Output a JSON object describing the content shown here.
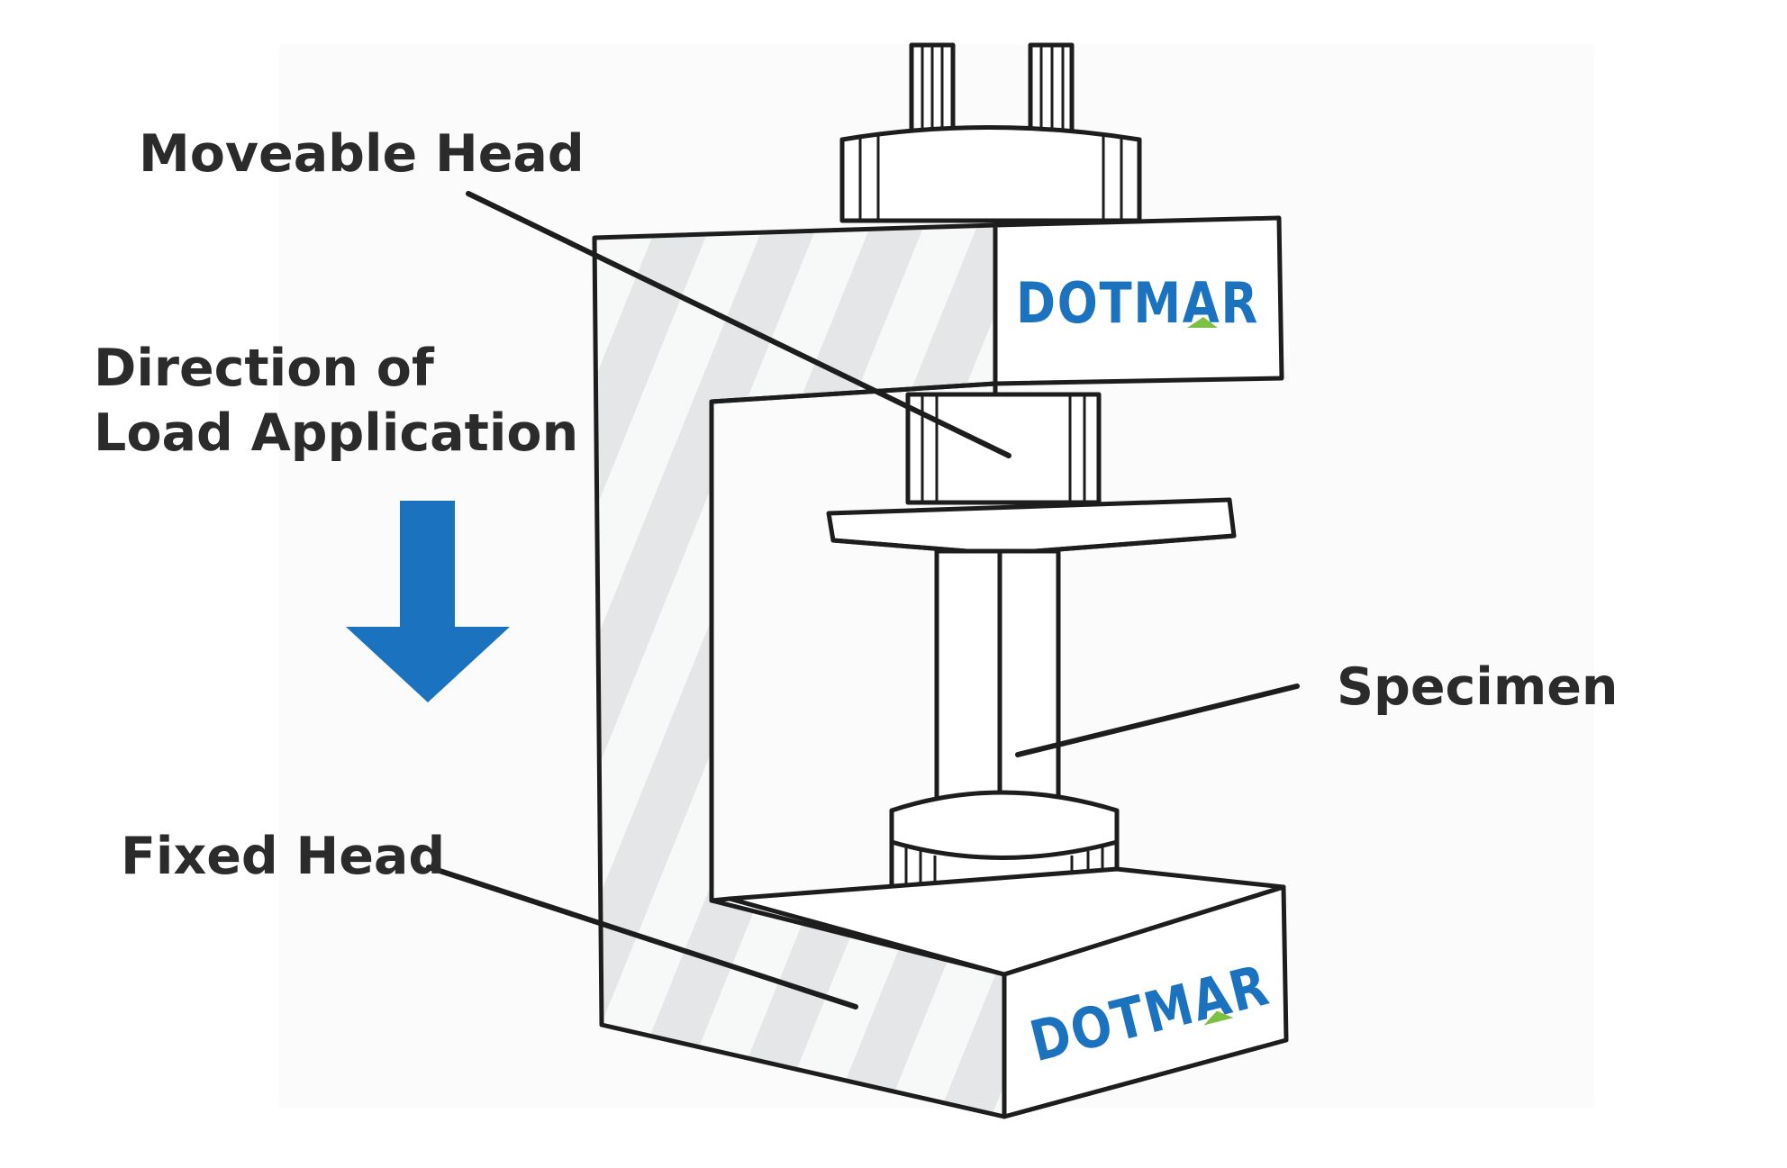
{
  "labels": {
    "moveable_head": "Moveable Head",
    "direction_line1": "Direction of",
    "direction_line2": "Load Application",
    "fixed_head": "Fixed Head",
    "specimen": "Specimen"
  },
  "brand": {
    "text": "DOTMAR",
    "color": "#1b72be",
    "accent_color": "#7cc242"
  },
  "colors": {
    "arrow": "#1b72be",
    "stripe": "#e4e6e7"
  },
  "icons": {
    "direction_arrow": "arrow-down-icon",
    "brand_logo": "dotmar-logo-icon"
  }
}
